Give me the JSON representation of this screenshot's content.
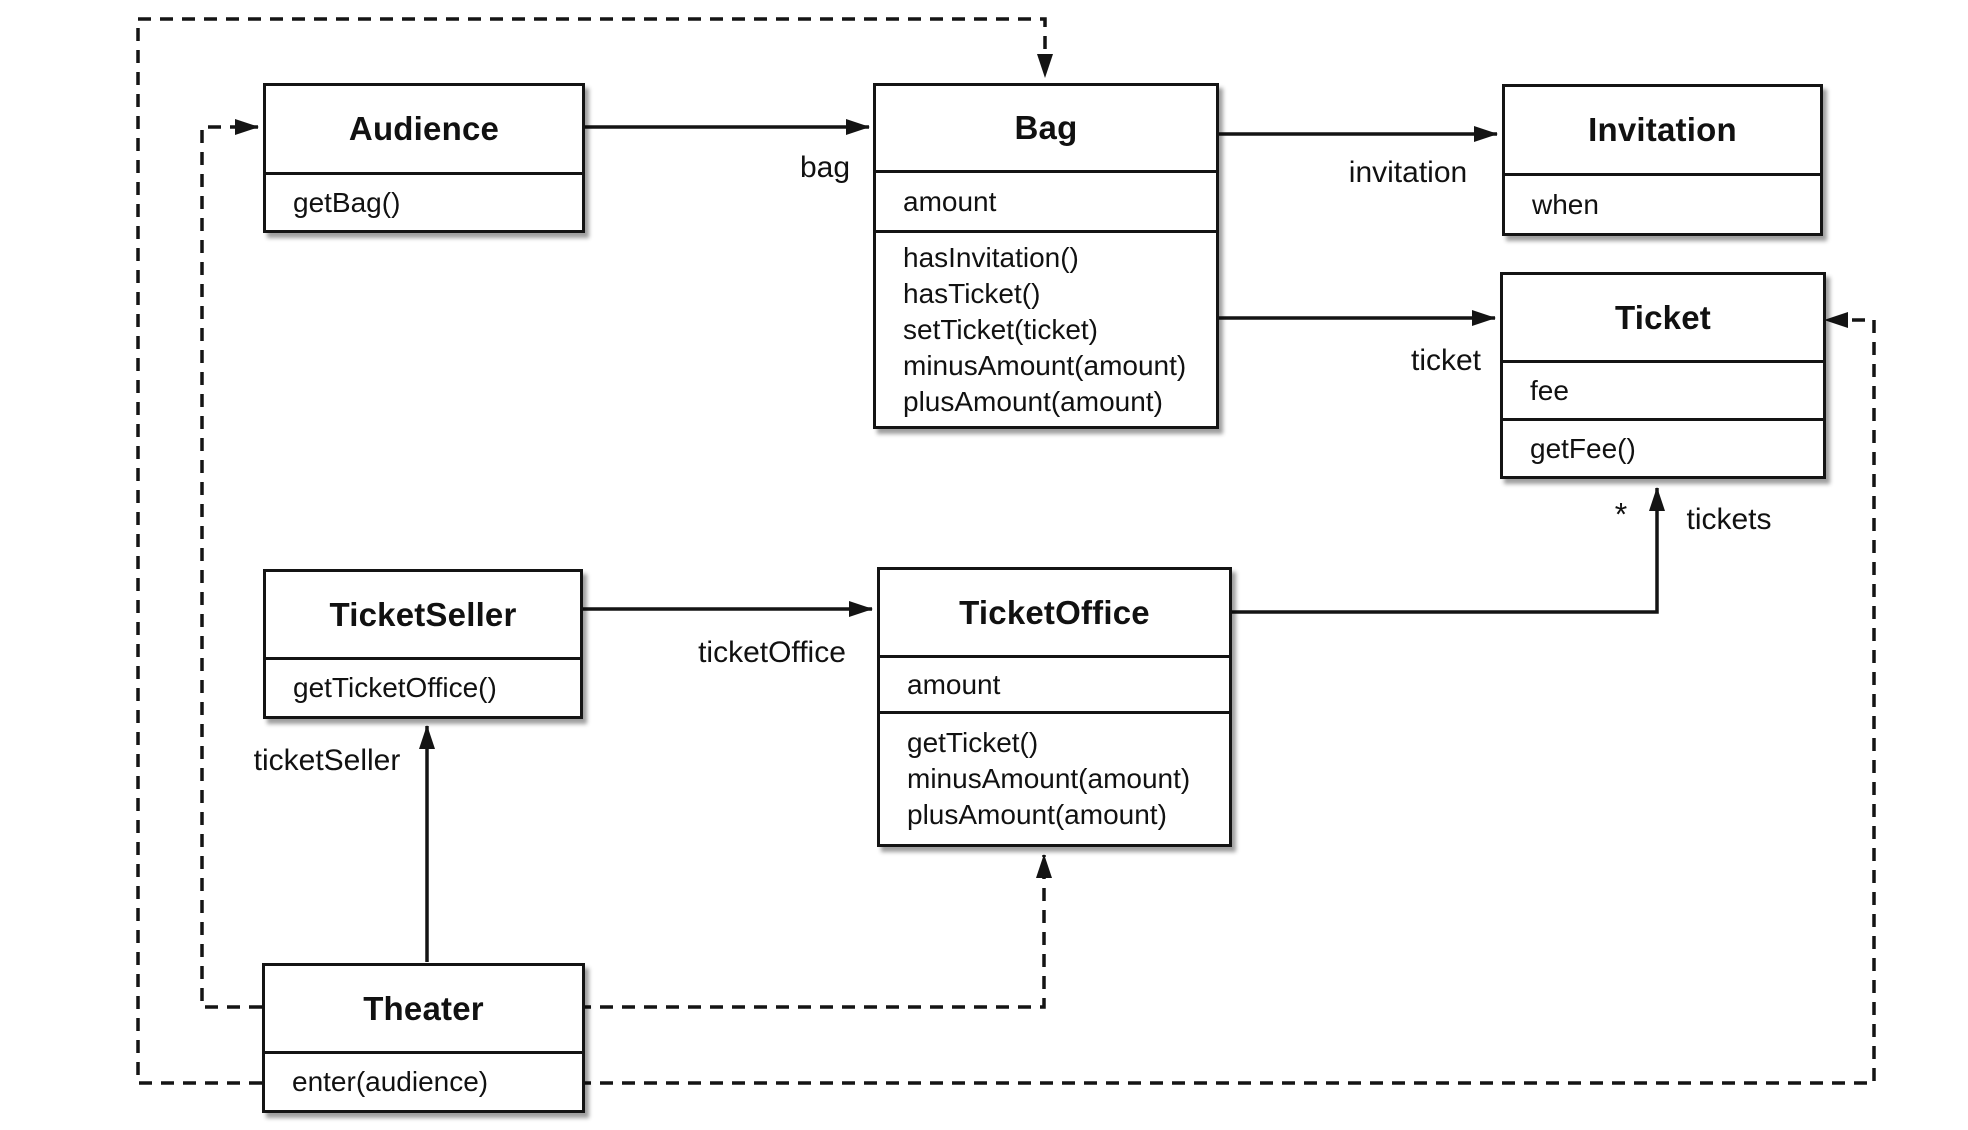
{
  "diagram_type": "uml-class-diagram",
  "classes": {
    "audience": {
      "name": "Audience",
      "attributes": [],
      "methods": [
        "getBag()"
      ]
    },
    "bag": {
      "name": "Bag",
      "attributes": [
        "amount"
      ],
      "methods": [
        "hasInvitation()",
        "hasTicket()",
        "setTicket(ticket)",
        "minusAmount(amount)",
        "plusAmount(amount)"
      ]
    },
    "invitation": {
      "name": "Invitation",
      "attributes": [
        "when"
      ],
      "methods": []
    },
    "ticket": {
      "name": "Ticket",
      "attributes": [
        "fee"
      ],
      "methods": [
        "getFee()"
      ]
    },
    "ticket_seller": {
      "name": "TicketSeller",
      "attributes": [],
      "methods": [
        "getTicketOffice()"
      ]
    },
    "ticket_office": {
      "name": "TicketOffice",
      "attributes": [
        "amount"
      ],
      "methods": [
        "getTicket()",
        "minusAmount(amount)",
        "plusAmount(amount)"
      ]
    },
    "theater": {
      "name": "Theater",
      "attributes": [],
      "methods": [
        "enter(audience)"
      ]
    }
  },
  "edge_labels": {
    "bag": "bag",
    "invitation": "invitation",
    "ticket": "ticket",
    "ticket_office": "ticketOffice",
    "ticket_seller": "ticketSeller",
    "tickets": "tickets",
    "tickets_multiplicity": "*"
  },
  "relationships": [
    {
      "from": "Audience",
      "to": "Bag",
      "type": "association",
      "label": "bag"
    },
    {
      "from": "Bag",
      "to": "Invitation",
      "type": "association",
      "label": "invitation"
    },
    {
      "from": "Bag",
      "to": "Ticket",
      "type": "association",
      "label": "ticket"
    },
    {
      "from": "TicketSeller",
      "to": "TicketOffice",
      "type": "association",
      "label": "ticketOffice"
    },
    {
      "from": "TicketOffice",
      "to": "Ticket",
      "type": "association",
      "label": "tickets",
      "multiplicity": "*"
    },
    {
      "from": "Theater",
      "to": "TicketSeller",
      "type": "association",
      "label": "ticketSeller"
    },
    {
      "from": "Theater",
      "to": "Audience",
      "type": "dependency"
    },
    {
      "from": "Theater",
      "to": "Bag",
      "type": "dependency"
    },
    {
      "from": "Theater",
      "to": "TicketOffice",
      "type": "dependency"
    },
    {
      "from": "Theater",
      "to": "Ticket",
      "type": "dependency"
    }
  ],
  "colors": {
    "line": "#141414",
    "box_fill": "#ffffff",
    "box_border": "#141414",
    "background": "#ffffff"
  }
}
